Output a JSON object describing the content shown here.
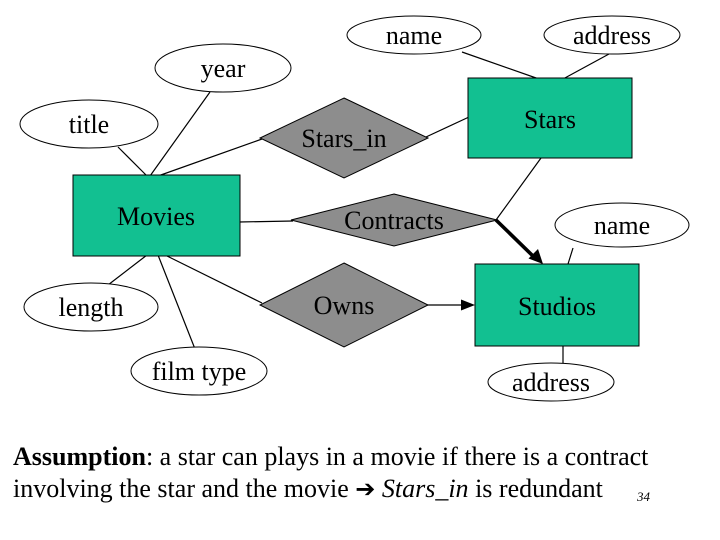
{
  "diagram": {
    "colors": {
      "entity_fill": "#12c091",
      "relationship_fill": "#8d8d8d",
      "attribute_fill": "#ffffff",
      "line": "#000000"
    },
    "entities": {
      "movies": {
        "label": "Movies"
      },
      "stars": {
        "label": "Stars"
      },
      "studios": {
        "label": "Studios"
      }
    },
    "relationships": {
      "stars_in": {
        "label": "Stars_in"
      },
      "contracts": {
        "label": "Contracts"
      },
      "owns": {
        "label": "Owns"
      }
    },
    "attributes": {
      "title": {
        "label": "title"
      },
      "year": {
        "label": "year"
      },
      "star_name": {
        "label": "name"
      },
      "star_address": {
        "label": "address"
      },
      "length": {
        "label": "length"
      },
      "film_type": {
        "label": "film type"
      },
      "studio_name": {
        "label": "name"
      },
      "studio_address": {
        "label": "address"
      }
    }
  },
  "caption": {
    "bold_prefix": "Assumption",
    "line1_rest": ": a star can plays in a movie if there is a contract",
    "line2_before_arrow": "involving the star and the movie ",
    "arrow": "➔",
    "italic_term": " Stars_in ",
    "line2_after": " is redundant"
  },
  "page_number": "34"
}
